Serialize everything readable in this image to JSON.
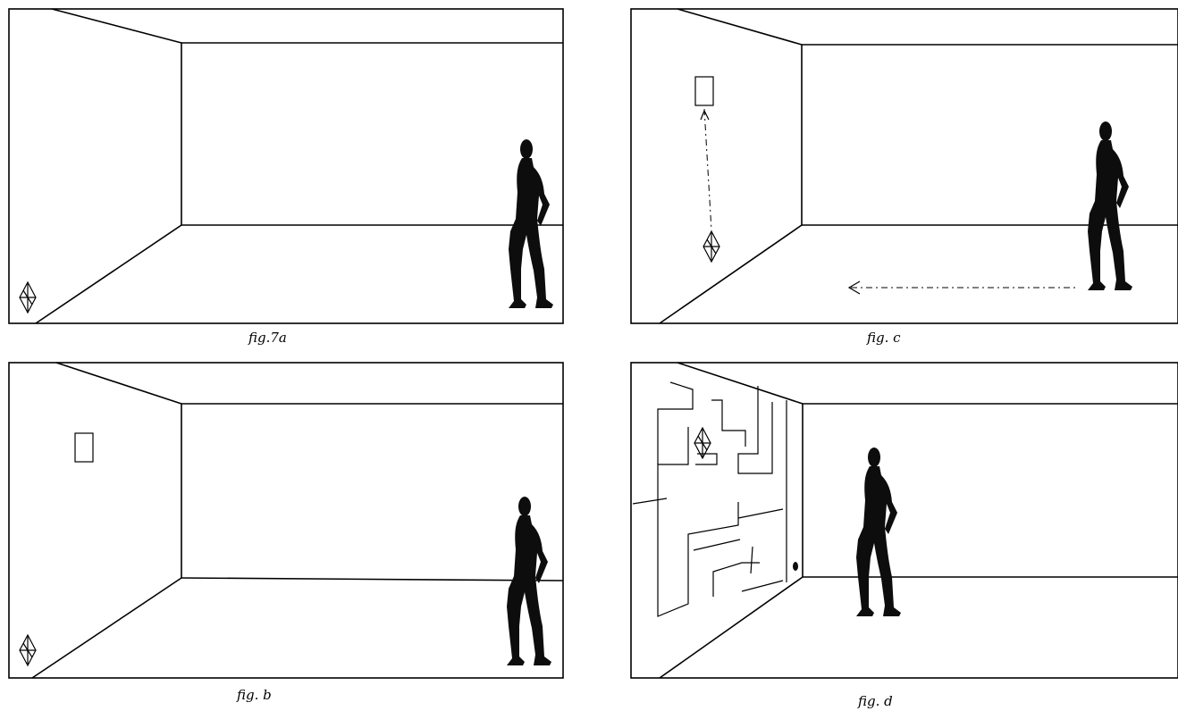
{
  "panels": [
    {
      "id": "a",
      "caption": "fig.7a"
    },
    {
      "id": "c",
      "caption": "fig. c"
    },
    {
      "id": "b",
      "caption": "fig. b"
    },
    {
      "id": "d",
      "caption": "fig. d"
    }
  ]
}
